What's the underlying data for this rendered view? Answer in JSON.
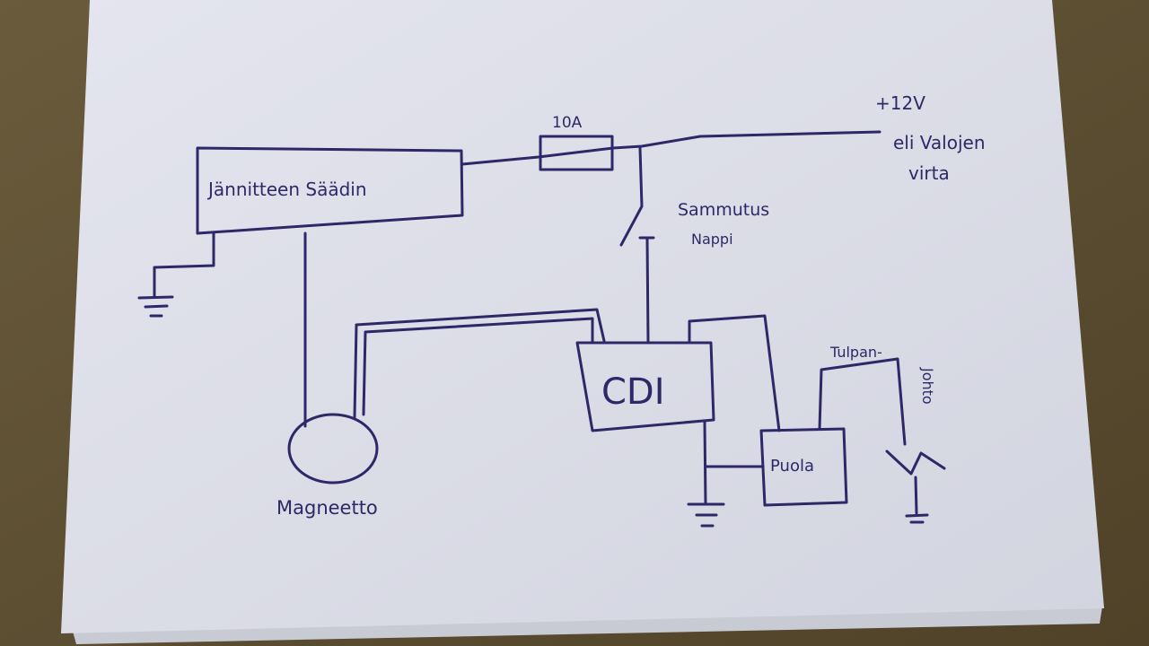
{
  "diagram": {
    "regulator_label": "Jännitteen Säädin",
    "fuse_label": "10A",
    "supply_label_line1": "+12V",
    "supply_label_line2": "eli Valojen",
    "supply_label_line3": "virta",
    "switch_label_line1": "Sammutus",
    "switch_label_line2": "Nappi",
    "cdi_label": "CDI",
    "coil_label": "Puola",
    "spark_lead_label_line1": "Tulpan-",
    "spark_lead_label_line2": "Johto",
    "magneto_label": "Magneetto"
  },
  "colors": {
    "ink": "#2e2868",
    "paper": "#dcdee8",
    "background": "#5e5034"
  }
}
